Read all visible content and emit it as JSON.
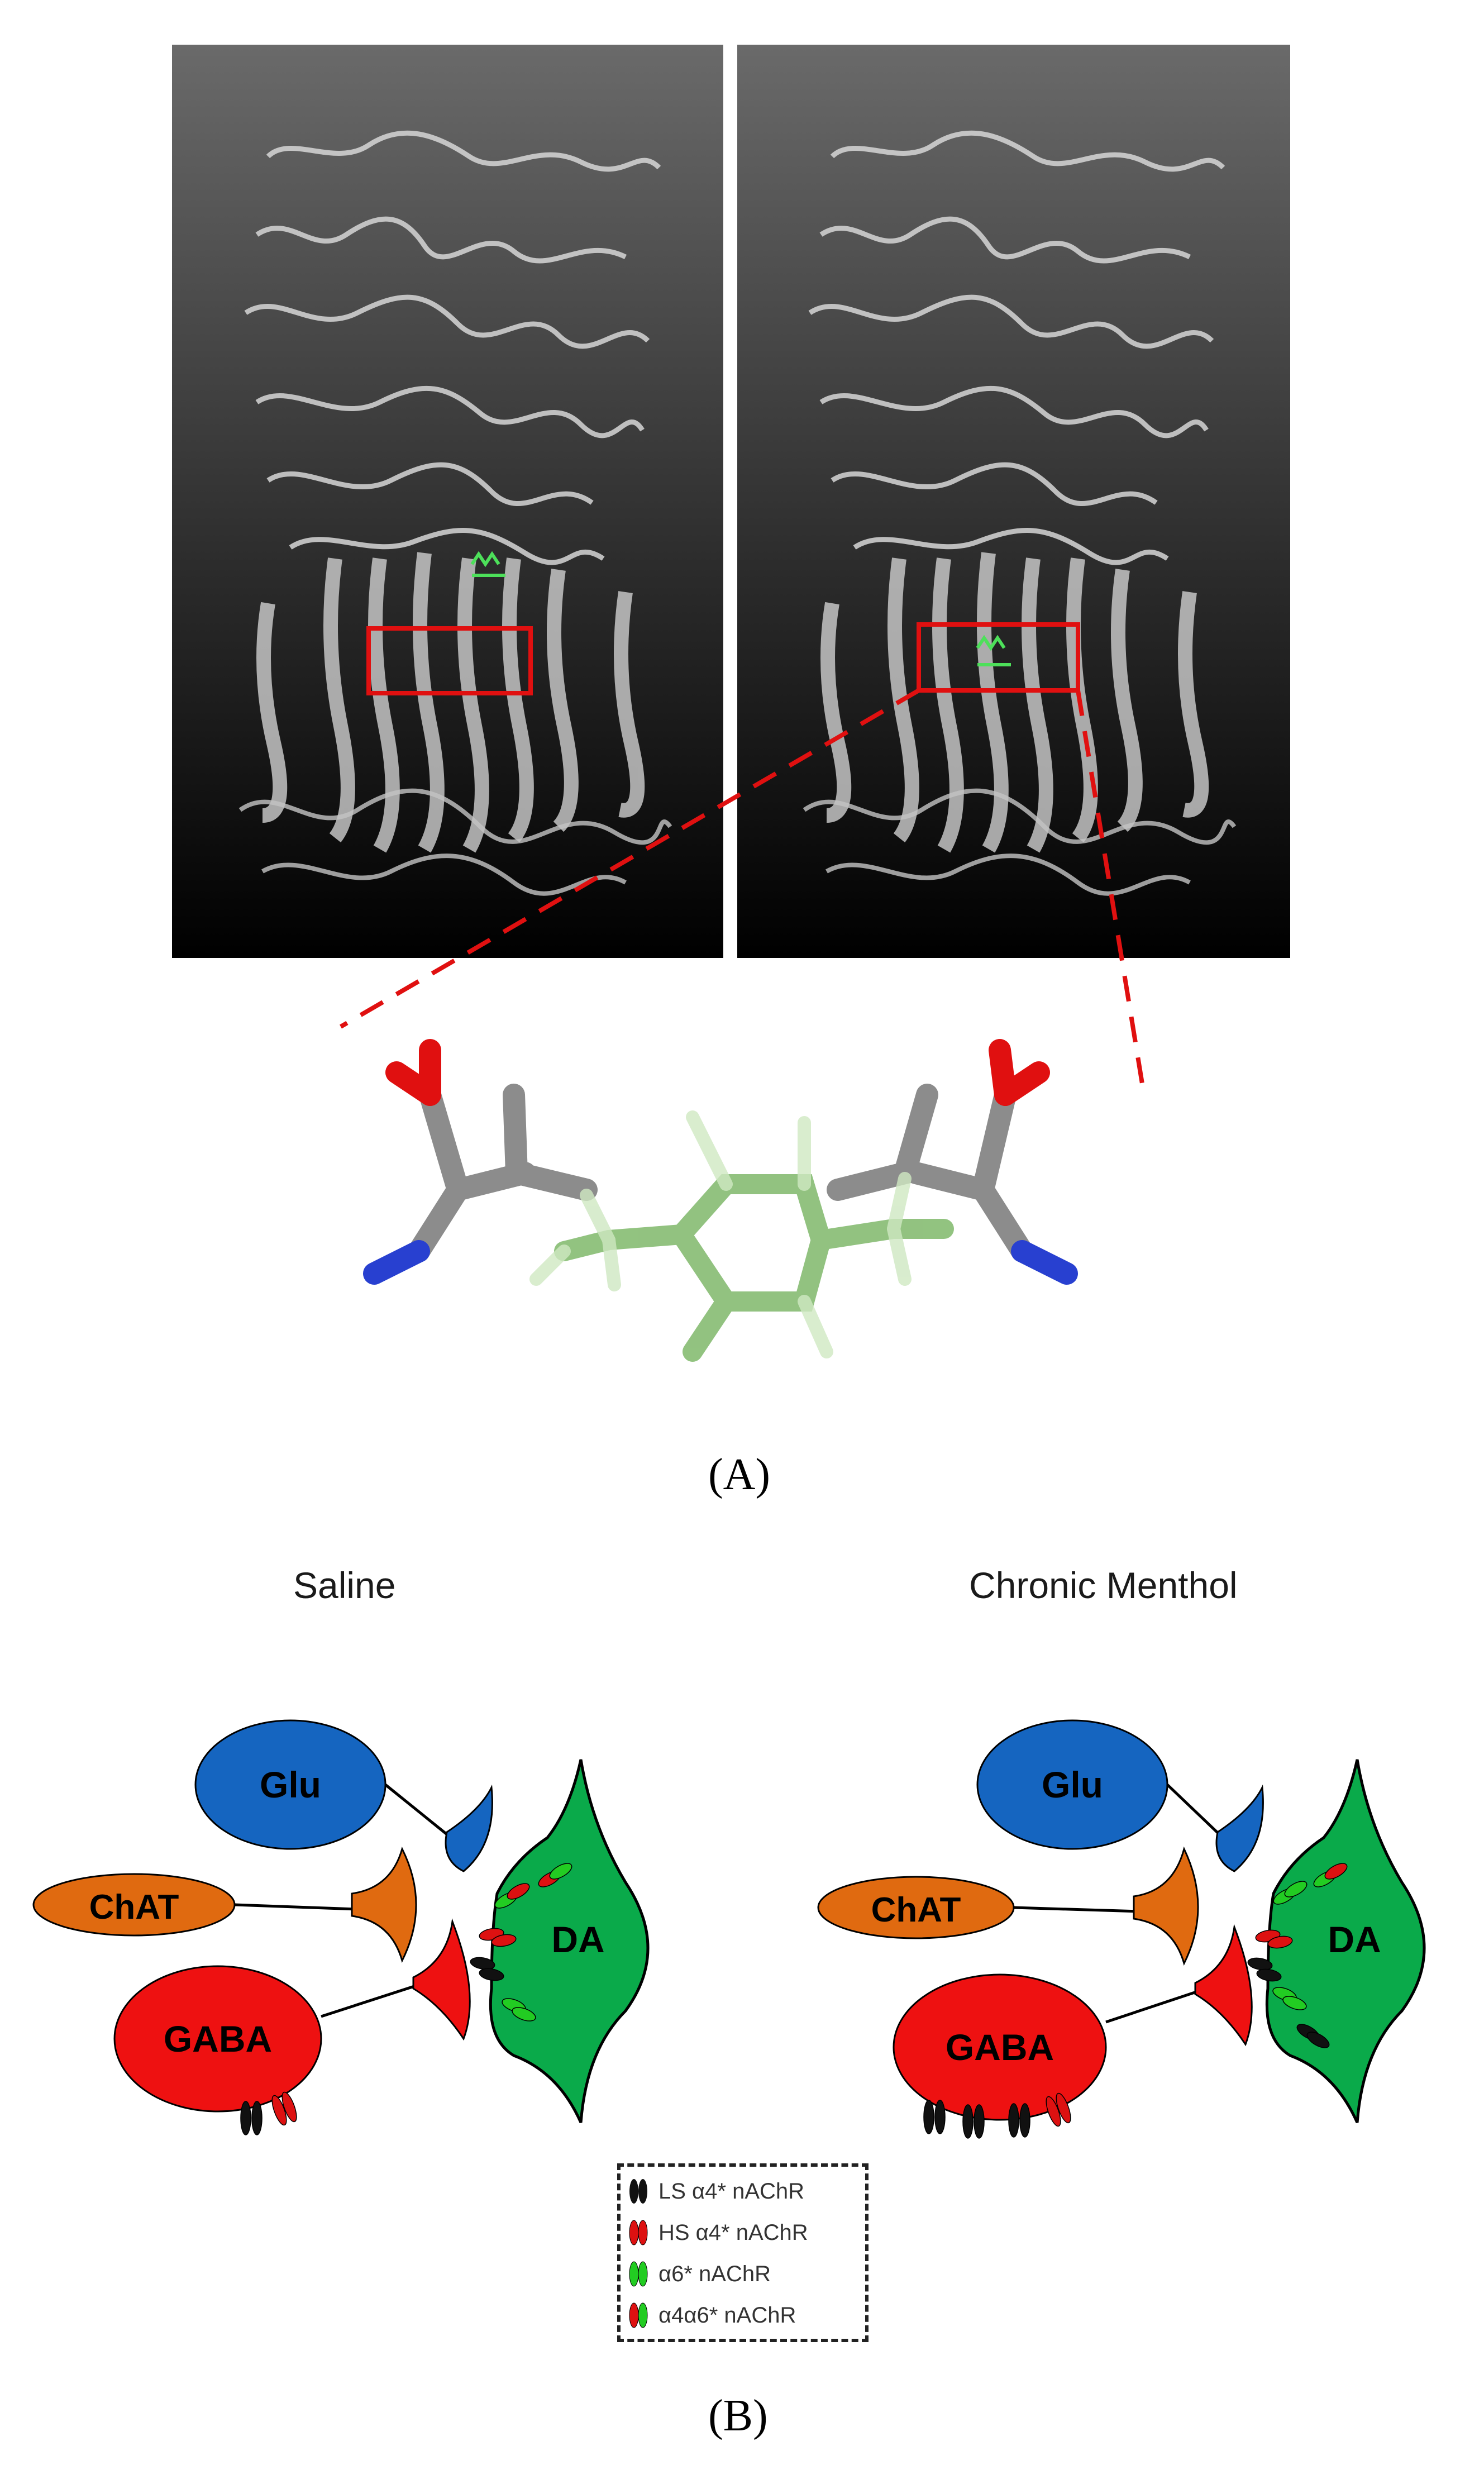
{
  "panel_a": {
    "label": "(A)"
  },
  "panel_b": {
    "label": "(B)",
    "conditions": [
      "Saline",
      "Chronic Menthol"
    ],
    "cells": {
      "glu": "Glu",
      "chat": "ChAT",
      "gaba": "GABA",
      "da": "DA"
    }
  },
  "legend": {
    "items": [
      {
        "label": "LS α4* nAChR",
        "colors": [
          "#111111",
          "#111111"
        ]
      },
      {
        "label": "HS α4* nAChR",
        "colors": [
          "#dd1111",
          "#dd1111"
        ]
      },
      {
        "label": "α6* nAChR",
        "colors": [
          "#22cc22",
          "#22cc22"
        ]
      },
      {
        "label": "α4α6* nAChR",
        "colors": [
          "#dd1111",
          "#22cc22"
        ]
      }
    ]
  },
  "colors": {
    "glu": "#1565c0",
    "chat": "#e06a10",
    "gaba": "#ee1111",
    "da": "#0aaa4a",
    "highlight_box": "#e01010",
    "ligand": "#7fb86a"
  }
}
